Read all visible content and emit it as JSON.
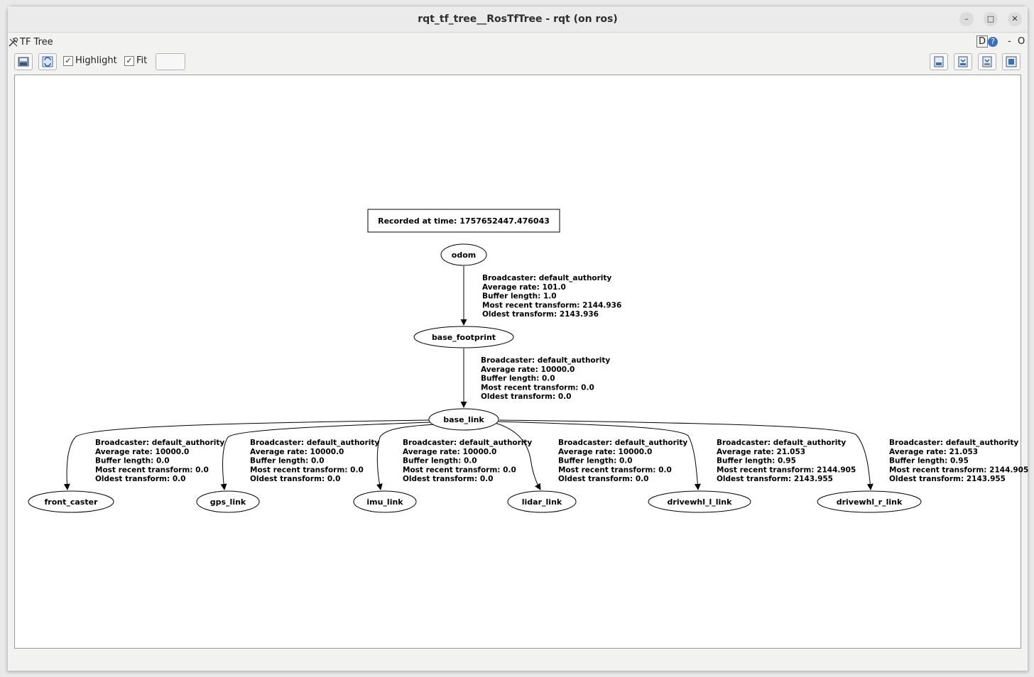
{
  "window": {
    "title": "rqt_tf_tree__RosTfTree - rqt (on ros)",
    "controls": {
      "minimize": "–",
      "maximize": "□",
      "close": "✕"
    }
  },
  "plugin": {
    "title": "TF Tree",
    "icon": "tools-icon",
    "right_labels": {
      "d": "D",
      "help": "?",
      "dash": "-",
      "o": "O"
    }
  },
  "toolbar": {
    "highlight_label": "Highlight",
    "highlight_checked": true,
    "fit_label": "Fit",
    "fit_checked": true,
    "check_mark": "✓",
    "left_buttons": [
      "save-to-file-icon",
      "refresh-icon"
    ],
    "right_buttons": [
      "load-dot-icon",
      "save-dot-icon",
      "save-svg-icon",
      "save-image-icon"
    ]
  },
  "graph": {
    "recorded": "Recorded at time: 1757652447.476043",
    "nodes": [
      {
        "id": "odom",
        "label": "odom"
      },
      {
        "id": "base_footprint",
        "label": "base_footprint"
      },
      {
        "id": "base_link",
        "label": "base_link"
      },
      {
        "id": "front_caster",
        "label": "front_caster"
      },
      {
        "id": "gps_link",
        "label": "gps_link"
      },
      {
        "id": "imu_link",
        "label": "imu_link"
      },
      {
        "id": "lidar_link",
        "label": "lidar_link"
      },
      {
        "id": "drivewhl_l_link",
        "label": "drivewhl_l_link"
      },
      {
        "id": "drivewhl_r_link",
        "label": "drivewhl_r_link"
      }
    ],
    "edges": [
      {
        "from": "odom",
        "to": "base_footprint",
        "lines": [
          "Broadcaster: default_authority",
          "Average rate: 101.0",
          "Buffer length: 1.0",
          "Most recent transform: 2144.936",
          "Oldest transform: 2143.936"
        ]
      },
      {
        "from": "base_footprint",
        "to": "base_link",
        "lines": [
          "Broadcaster: default_authority",
          "Average rate: 10000.0",
          "Buffer length: 0.0",
          "Most recent transform: 0.0",
          "Oldest transform: 0.0"
        ]
      },
      {
        "from": "base_link",
        "to": "front_caster",
        "lines": [
          "Broadcaster: default_authority",
          "Average rate: 10000.0",
          "Buffer length: 0.0",
          "Most recent transform: 0.0",
          "Oldest transform: 0.0"
        ]
      },
      {
        "from": "base_link",
        "to": "gps_link",
        "lines": [
          "Broadcaster: default_authority",
          "Average rate: 10000.0",
          "Buffer length: 0.0",
          "Most recent transform: 0.0",
          "Oldest transform: 0.0"
        ]
      },
      {
        "from": "base_link",
        "to": "imu_link",
        "lines": [
          "Broadcaster: default_authority",
          "Average rate: 10000.0",
          "Buffer length: 0.0",
          "Most recent transform: 0.0",
          "Oldest transform: 0.0"
        ]
      },
      {
        "from": "base_link",
        "to": "lidar_link",
        "lines": [
          "Broadcaster: default_authority",
          "Average rate: 10000.0",
          "Buffer length: 0.0",
          "Most recent transform: 0.0",
          "Oldest transform: 0.0"
        ]
      },
      {
        "from": "base_link",
        "to": "drivewhl_l_link",
        "lines": [
          "Broadcaster: default_authority",
          "Average rate: 21.053",
          "Buffer length: 0.95",
          "Most recent transform: 2144.905",
          "Oldest transform: 2143.955"
        ]
      },
      {
        "from": "base_link",
        "to": "drivewhl_r_link",
        "lines": [
          "Broadcaster: default_authority",
          "Average rate: 21.053",
          "Buffer length: 0.95",
          "Most recent transform: 2144.905",
          "Oldest transform: 2143.955"
        ]
      }
    ]
  }
}
